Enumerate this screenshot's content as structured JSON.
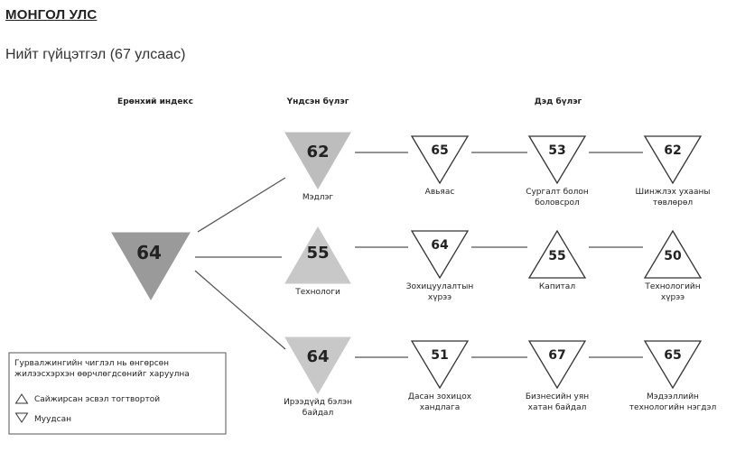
{
  "heading": "МОНГОЛ УЛС",
  "subheading": "Нийт гүйцэтгэл (67 улсаас)",
  "columns": {
    "overall": "Ерөнхий индекс",
    "main": "Үндсэн бүлэг",
    "sub": "Дэд бүлэг"
  },
  "overall": {
    "value": "64",
    "direction": "down",
    "color": "#9a9a9a"
  },
  "rows": [
    {
      "main": {
        "value": "62",
        "label": [
          "Мэдлэг"
        ],
        "direction": "down",
        "color": "#bdbdbd"
      },
      "subs": [
        {
          "value": "65",
          "label": [
            "Авьяас"
          ],
          "direction": "down"
        },
        {
          "value": "53",
          "label": [
            "Сургалт болон",
            "боловсрол"
          ],
          "direction": "down"
        },
        {
          "value": "62",
          "label": [
            "Шинжлэх ухааны",
            "төвлөрөл"
          ],
          "direction": "down"
        }
      ]
    },
    {
      "main": {
        "value": "55",
        "label": [
          "Технологи"
        ],
        "direction": "up",
        "color": "#c8c8c8"
      },
      "subs": [
        {
          "value": "64",
          "label": [
            "Зохицуулалтын",
            "хүрээ"
          ],
          "direction": "down"
        },
        {
          "value": "55",
          "label": [
            "Капитал"
          ],
          "direction": "up"
        },
        {
          "value": "50",
          "label": [
            "Технологийн",
            "хүрээ"
          ],
          "direction": "up"
        }
      ]
    },
    {
      "main": {
        "value": "64",
        "label": [
          "Ирээдүйд бэлэн",
          "байдал"
        ],
        "direction": "down",
        "color": "#c8c8c8"
      },
      "subs": [
        {
          "value": "51",
          "label": [
            "Дасан зохицох",
            "хандлага"
          ],
          "direction": "down"
        },
        {
          "value": "67",
          "label": [
            "Бизнесийн уян",
            "хатан байдал"
          ],
          "direction": "down"
        },
        {
          "value": "65",
          "label": [
            "Мэдээллийн",
            "технологийн нэгдэл"
          ],
          "direction": "down"
        }
      ]
    }
  ],
  "legend": {
    "title_lines": [
      "Гурвалжингийн чиглэл нь өнгөрсөн",
      "жилээсхэрхэн өөрчлөгдсөнийг харуулна"
    ],
    "improved": "Сайжирсан эсвэл тогтвортой",
    "declined": "Муудсан"
  }
}
